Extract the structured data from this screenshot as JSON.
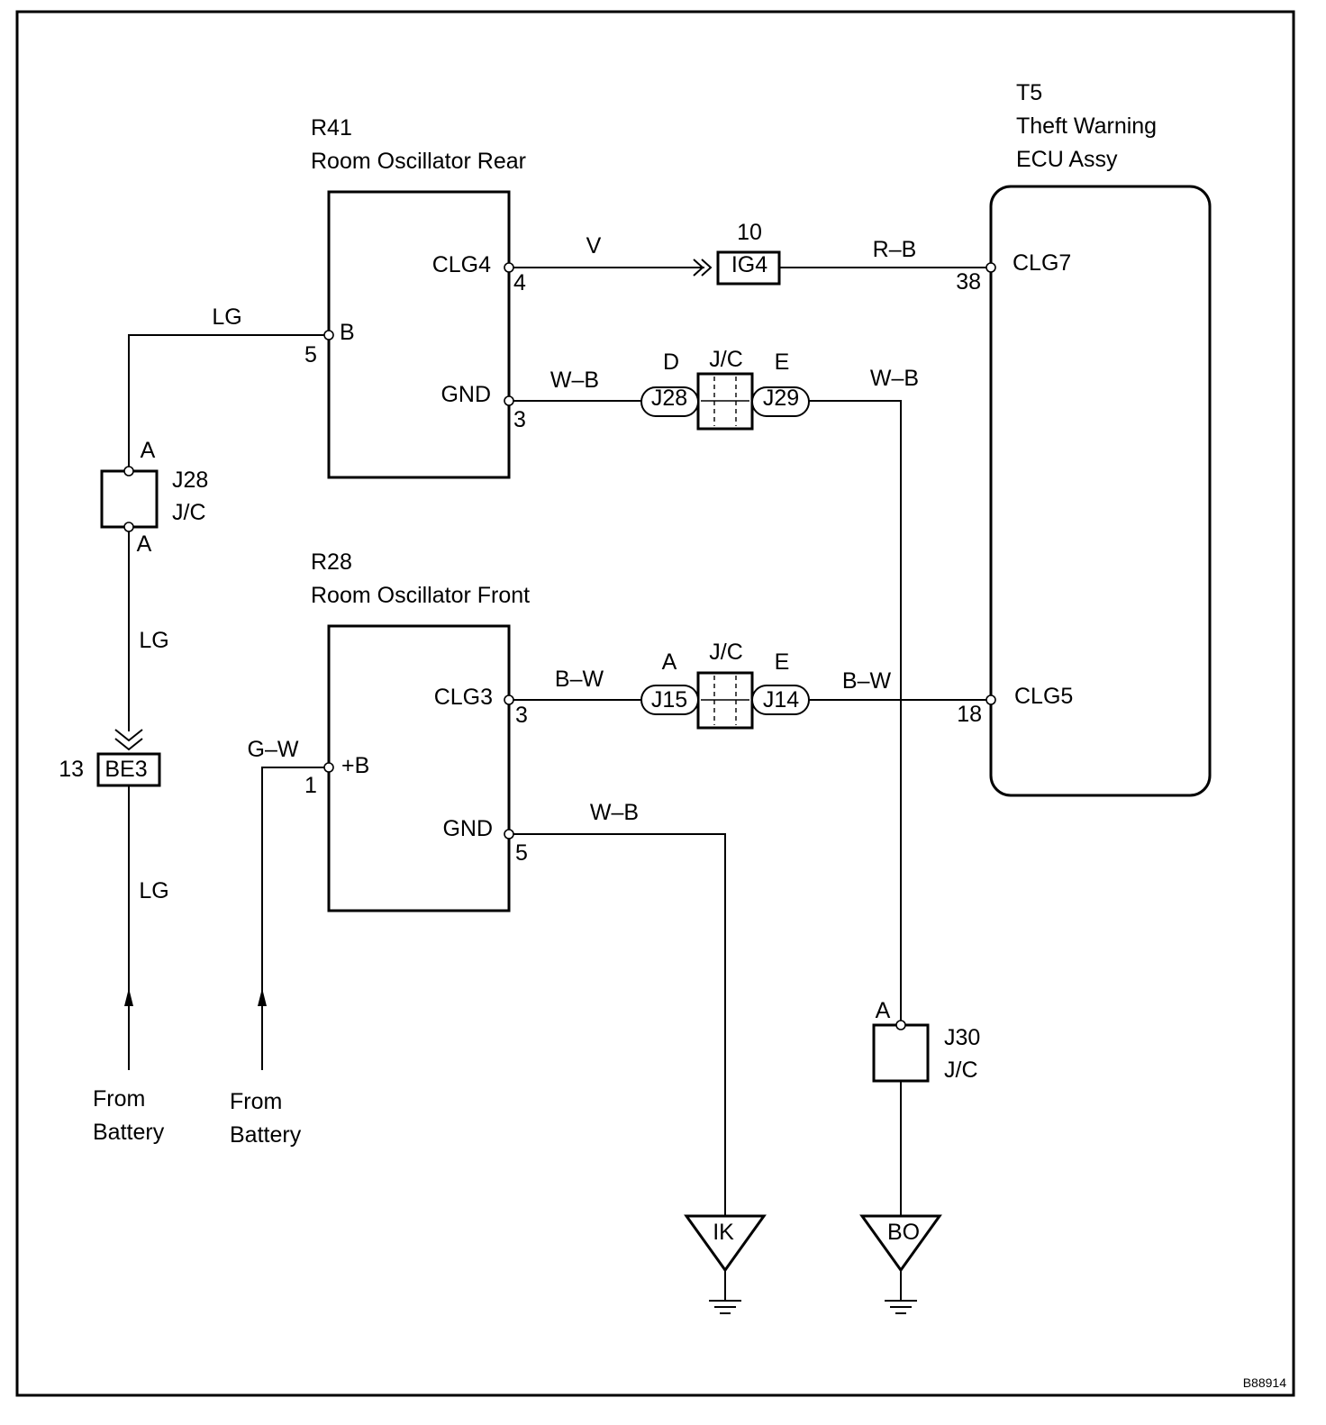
{
  "diagram_id": "B88914",
  "components": {
    "r41": {
      "code": "R41",
      "name": "Room Oscillator Rear",
      "pin_clg4": "CLG4",
      "pin_clg4_no": "4",
      "pin_b": "B",
      "pin_b_no": "5",
      "pin_gnd": "GND",
      "pin_gnd_no": "3"
    },
    "r28": {
      "code": "R28",
      "name": "Room Oscillator Front",
      "pin_clg3": "CLG3",
      "pin_clg3_no": "3",
      "pin_b": "+B",
      "pin_b_no": "1",
      "pin_gnd": "GND",
      "pin_gnd_no": "5"
    },
    "t5": {
      "code": "T5",
      "name_line1": "Theft Warning",
      "name_line2": "ECU Assy",
      "pin_clg7": "CLG7",
      "pin_clg7_no": "38",
      "pin_clg5": "CLG5",
      "pin_clg5_no": "18"
    }
  },
  "connectors": {
    "ig4": {
      "label": "IG4",
      "pin": "10"
    },
    "jc_upper": {
      "title": "J/C",
      "left_label": "J28",
      "left_pin": "D",
      "right_label": "J29",
      "right_pin": "E"
    },
    "jc_lower": {
      "title": "J/C",
      "left_label": "J15",
      "left_pin": "A",
      "right_label": "J14",
      "right_pin": "E"
    },
    "j28_jc": {
      "code": "J28",
      "type": "J/C",
      "top_pin": "A",
      "bottom_pin": "A"
    },
    "j30_jc": {
      "code": "J30",
      "type": "J/C",
      "pin": "A"
    },
    "be3": {
      "label": "BE3",
      "pin": "13"
    }
  },
  "wires": {
    "v": "V",
    "rb": "R–B",
    "lg_top": "LG",
    "wb_r41_left": "W–B",
    "wb_r41_right": "W–B",
    "bw_left": "B–W",
    "bw_right": "B–W",
    "lg_mid": "LG",
    "lg_bottom": "LG",
    "gw": "G–W",
    "wb_r28": "W–B"
  },
  "sources": {
    "battery1_line1": "From",
    "battery1_line2": "Battery",
    "battery2_line1": "From",
    "battery2_line2": "Battery"
  },
  "grounds": {
    "ik": "IK",
    "bo": "BO"
  }
}
